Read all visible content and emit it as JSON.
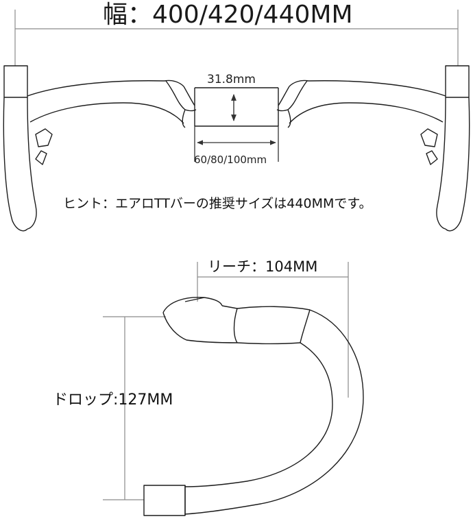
{
  "front_view": {
    "width_label": "幅：400/420/440MM",
    "clamp_label": "31.8mm",
    "stem_label": "60/80/100mm",
    "hint_label": "ヒント：エアロTTバーの推奨サイズは440MMです。"
  },
  "side_view": {
    "reach_label": "リーチ：104MM",
    "drop_label": "ドロップ:127MM"
  },
  "colors": {
    "line": "#1c1c1c",
    "dimension": "#8a8a8a"
  }
}
